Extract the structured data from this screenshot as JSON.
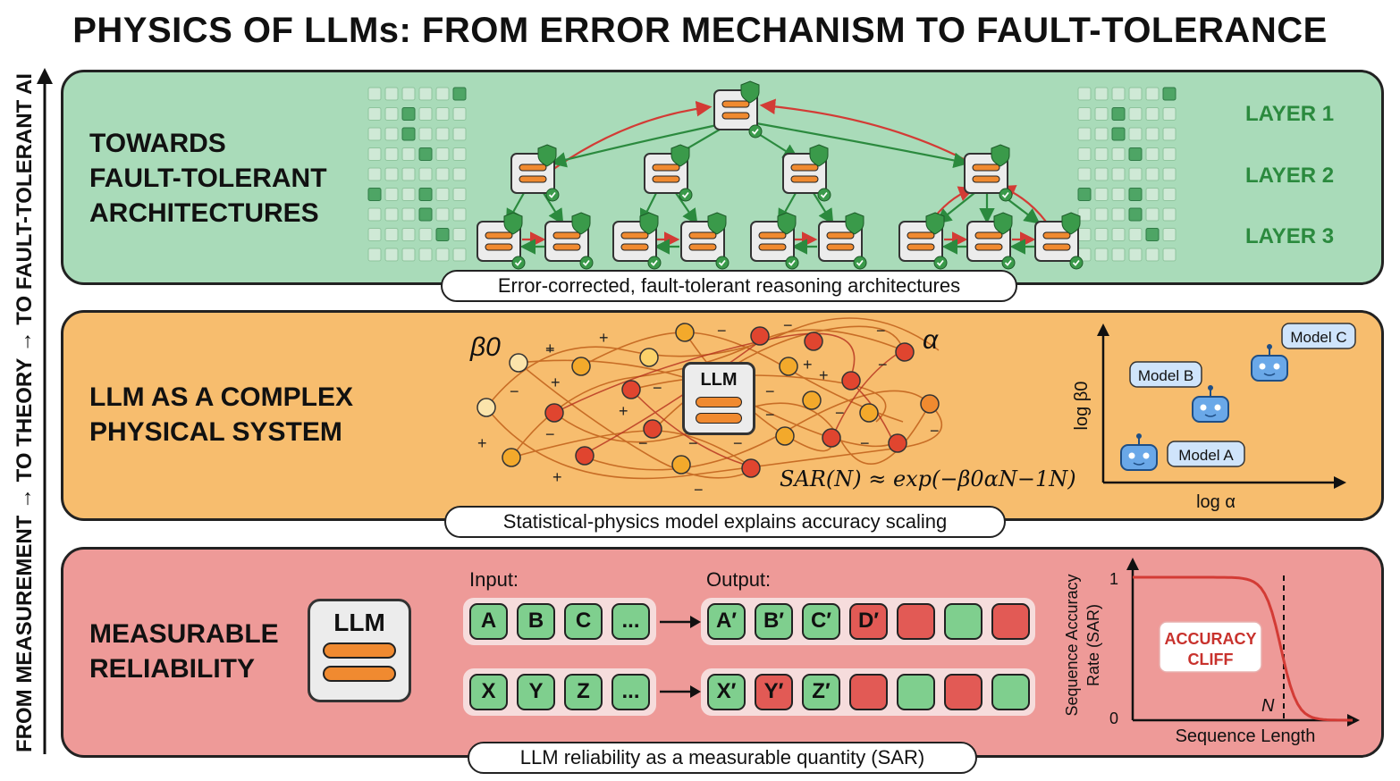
{
  "title": "PHYSICS OF LLMs: FROM ERROR MECHANISM TO FAULT-TOLERANCE",
  "side_label": "FROM MEASUREMENT → TO THEORY → TO FAULT-TOLERANT AI",
  "panels": {
    "top": {
      "title": "TOWARDS\nFAULT-TOLERANT\nARCHITECTURES",
      "caption": "Error-corrected, fault-tolerant reasoning architectures",
      "layers": [
        "LAYER 1",
        "LAYER 2",
        "LAYER 3"
      ]
    },
    "middle": {
      "title": "LLM AS A COMPLEX\nPHYSICAL SYSTEM",
      "caption": "Statistical-physics model explains accuracy scaling",
      "llm_label": "LLM",
      "beta_label": "β0",
      "alpha_label": "α",
      "formula": "SAR(N) ≈ exp(−β0αN−1N)",
      "plot": {
        "x_label": "log α",
        "y_label": "log β0",
        "models": [
          "Model A",
          "Model B",
          "Model C"
        ]
      }
    },
    "bottom": {
      "title": "MEASURABLE\nRELIABILITY",
      "caption": "LLM reliability as a measurable quantity (SAR)",
      "llm_label": "LLM",
      "input_label": "Input:",
      "output_label": "Output:",
      "row1_input": [
        "A",
        "B",
        "C",
        "..."
      ],
      "row1_output": [
        "A′",
        "B′",
        "C′",
        "D′",
        "",
        "",
        ""
      ],
      "row2_input": [
        "X",
        "Y",
        "Z",
        "..."
      ],
      "row2_output": [
        "X′",
        "Y′",
        "Z′",
        "",
        "",
        "",
        ""
      ],
      "chart": {
        "y_label_1": "Sequence Accuracy",
        "y_label_2": "Rate (SAR)",
        "x_label": "Sequence Length",
        "y_max_label": "1",
        "y_min_label": "0",
        "n_label": "N",
        "cliff_label_1": "ACCURACY",
        "cliff_label_2": "CLIFF"
      }
    }
  },
  "colors": {
    "green_panel": "#a9dbb9",
    "orange_panel": "#f7bd6e",
    "red_panel": "#ee9a98",
    "ok": "#2b8a3e",
    "err": "#d33b35"
  }
}
